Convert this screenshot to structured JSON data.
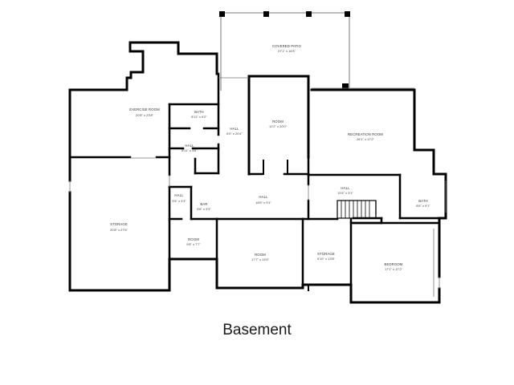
{
  "plan": {
    "caption": "Basement",
    "rooms": {
      "covered_patio": {
        "name": "COVERED PATIO",
        "dims": "27'1\" x 16'5\""
      },
      "exercise_room": {
        "name": "EXERCISE ROOM",
        "dims": "20'8\" x 23'8\""
      },
      "bath_upper": {
        "name": "BATH",
        "dims": "8'11\" x 6'2\""
      },
      "hall_vertical": {
        "name": "HALL",
        "dims": "6'0\" x 20'4\""
      },
      "room_center": {
        "name": "ROOM",
        "dims": "12'2\" x 20'0\""
      },
      "recreation_room": {
        "name": "RECREATION ROOM",
        "dims": "26'1\" x 17'2\""
      },
      "hall_small": {
        "name": "HALL",
        "dims": "8'11\" x 4'6\""
      },
      "storage_large": {
        "name": "STORAGE",
        "dims": "20'8\" x 27'6\""
      },
      "hall_left": {
        "name": "HALL",
        "dims": "3'5\" x 9'3\""
      },
      "bar": {
        "name": "BAR",
        "dims": "6'6\" x 9'3\""
      },
      "hall_main": {
        "name": "HALL",
        "dims": "18'6\" x 9'1\""
      },
      "hall_right": {
        "name": "HALL",
        "dims": "19'4\" x 9'1\""
      },
      "bath_right": {
        "name": "BATH",
        "dims": "8'6\" x 9'1\""
      },
      "room_small": {
        "name": "ROOM",
        "dims": "9'8\" x 7'7\""
      },
      "room_lower": {
        "name": "ROOM",
        "dims": "17'7\" x 14'5\""
      },
      "storage_lower": {
        "name": "STORAGE",
        "dims": "9'10\" x 13'8\""
      },
      "bedroom": {
        "name": "BEDROOM",
        "dims": "17'1\" x 17'2\""
      }
    }
  }
}
